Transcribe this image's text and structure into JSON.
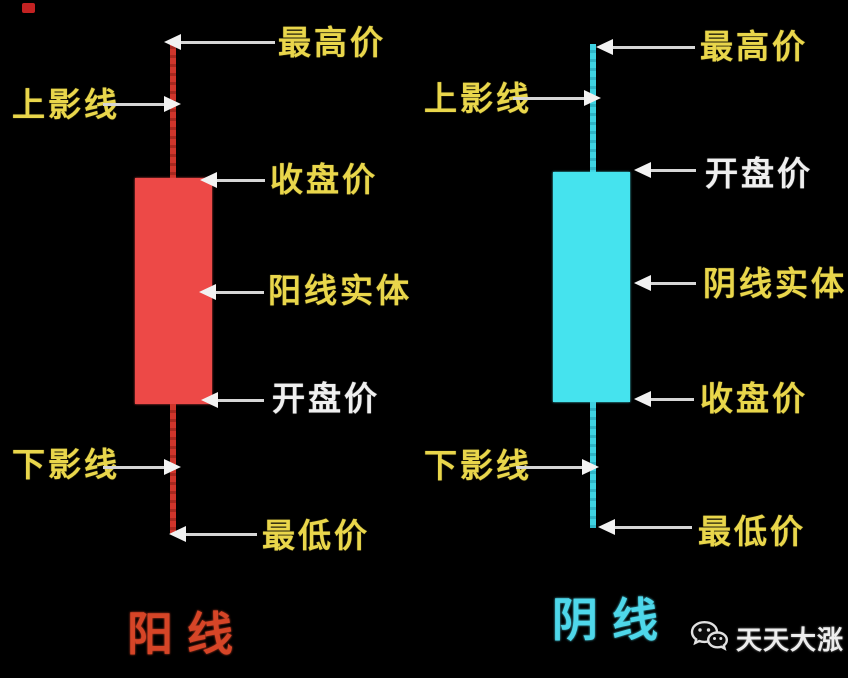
{
  "colors": {
    "background": "#000000",
    "bullish_body": "#ed4947",
    "bullish_wick": "#cf352b",
    "bearish_body": "#45e3ee",
    "bearish_wick": "#3fd2e2",
    "label_yellow": "#e9d64b",
    "label_white": "#efefef",
    "caption_bullish": "#d64527",
    "caption_bearish": "#4ed7ea",
    "arrow": "#d6d6d6",
    "watermark_text_color": "#ededed"
  },
  "bullish": {
    "caption": "阳线",
    "highest": "最高价",
    "upper_shadow": "上影线",
    "close": "收盘价",
    "body": "阳线实体",
    "open": "开盘价",
    "lower_shadow": "下影线",
    "lowest": "最低价"
  },
  "bearish": {
    "caption": "阴线",
    "highest": "最高价",
    "upper_shadow": "上影线",
    "open": "开盘价",
    "body": "阴线实体",
    "close": "收盘价",
    "lower_shadow": "下影线",
    "lowest": "最低价"
  },
  "watermark": {
    "text": "天天大涨",
    "icon": "wechat-icon"
  }
}
